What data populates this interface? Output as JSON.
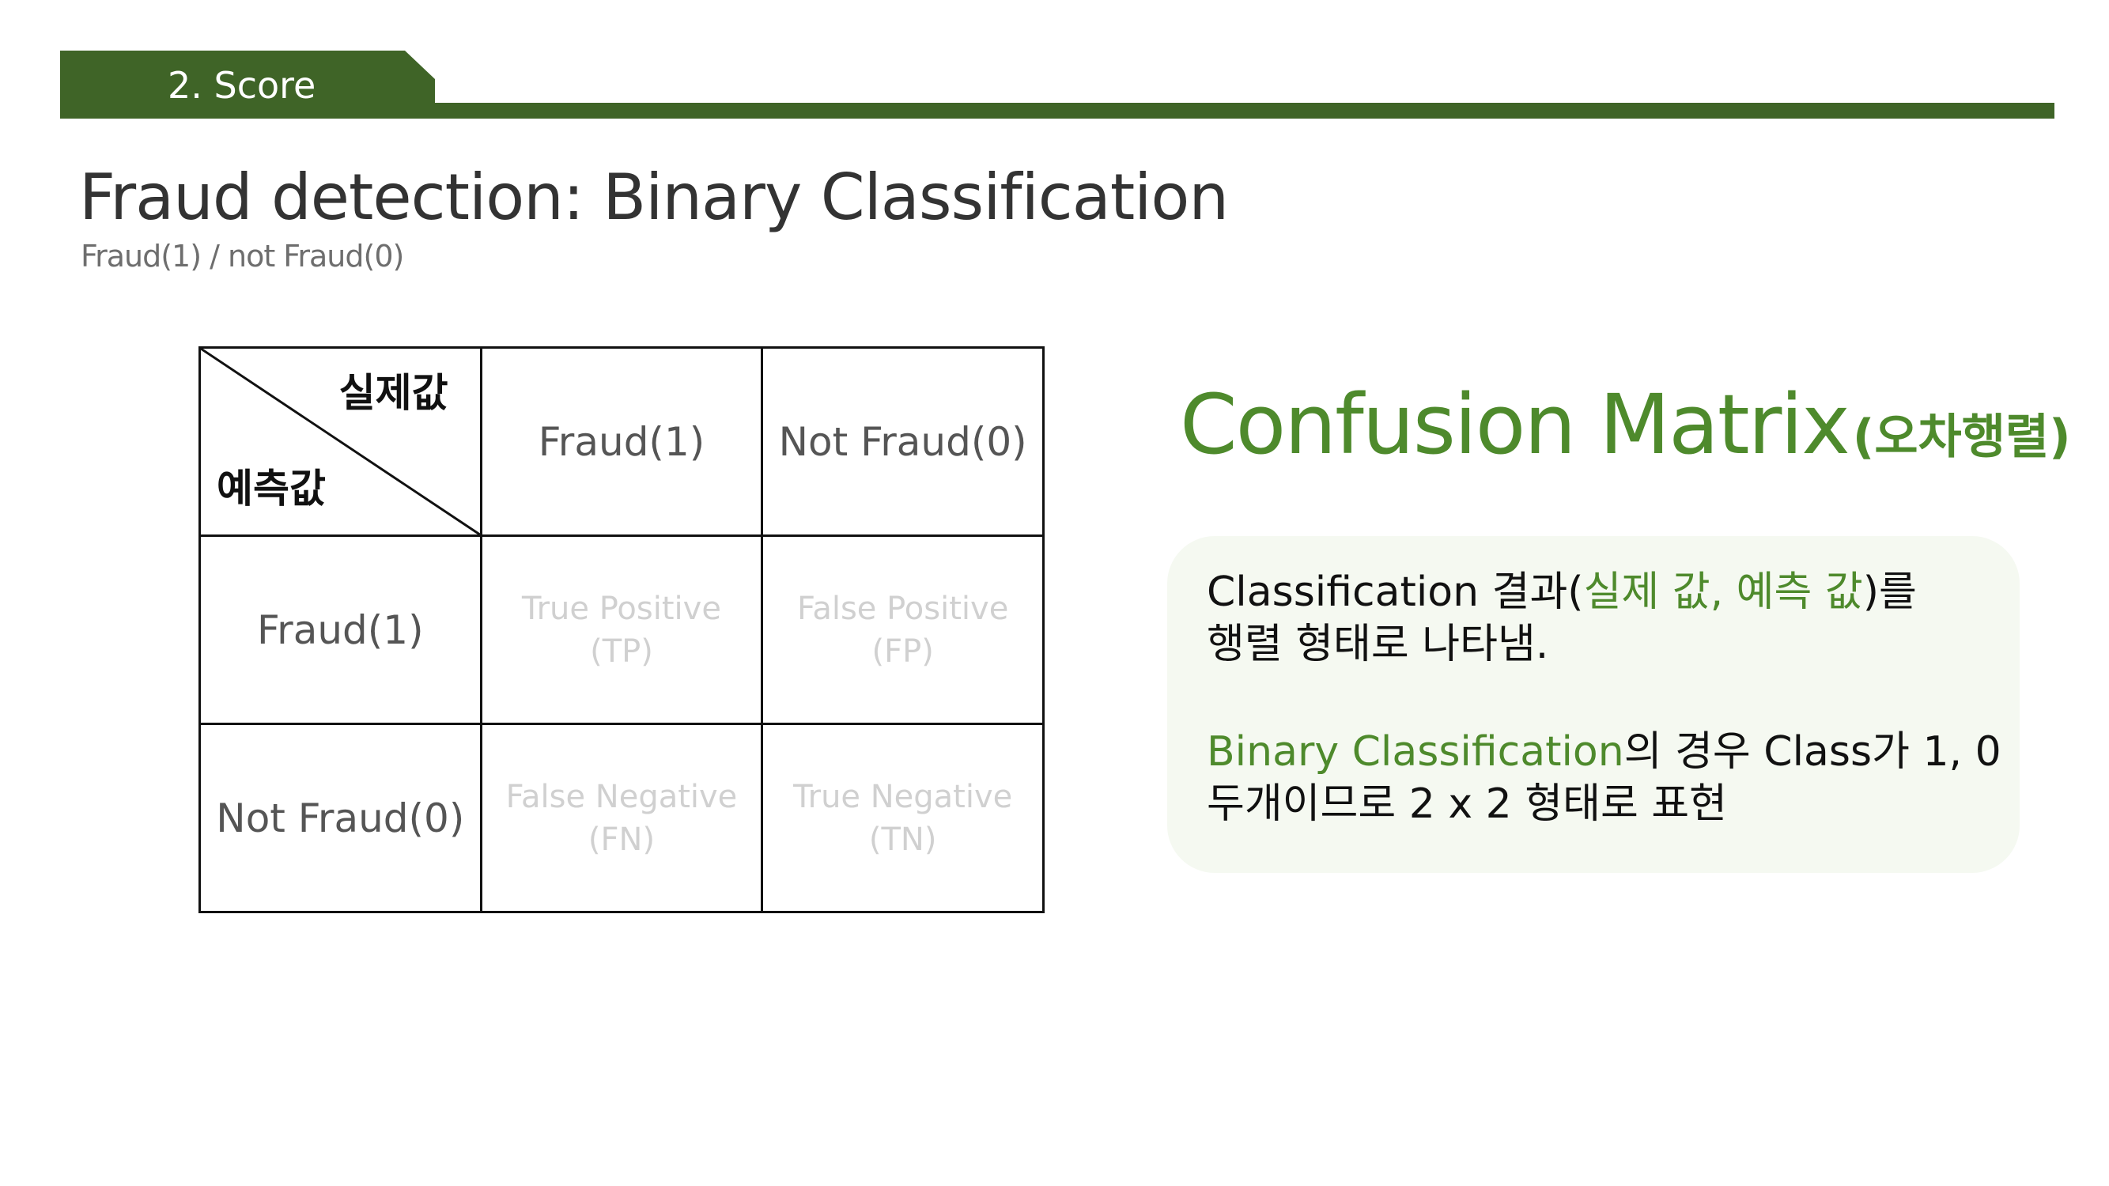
{
  "header": {
    "section_label": "2. Score",
    "bar_color": "#3f6427"
  },
  "title": "Fraud detection: Binary Classification",
  "subtitle": "Fraud(1) / not Fraud(0)",
  "matrix": {
    "corner_top": "실제값",
    "corner_bottom": "예측값",
    "column_headers": [
      "Fraud(1)",
      "Not Fraud(0)"
    ],
    "row_headers": [
      "Fraud(1)",
      "Not Fraud(0)"
    ],
    "cells": [
      [
        {
          "line1": "True Positive",
          "line2": "(TP)"
        },
        {
          "line1": "False Positive",
          "line2": "(FP)"
        }
      ],
      [
        {
          "line1": "False Negative",
          "line2": "(FN)"
        },
        {
          "line1": "True Negative",
          "line2": "(TN)"
        }
      ]
    ]
  },
  "confusion_title": {
    "main": "Confusion Matrix",
    "sub": "(오차행렬)",
    "color": "#4e8a2c"
  },
  "info": {
    "p1_a": "Classification 결과(",
    "p1_b": "실제 값, 예측 값",
    "p1_c": ")를",
    "p1_line2": "행렬 형태로 나타냄.",
    "p2_a": "Binary Classification",
    "p2_b": "의 경우 Class가 1, 0",
    "p2_line2": "두개이므로 2 x 2 형태로 표현",
    "box_color": "#f5f9f1",
    "highlight_color": "#4e8a2c"
  }
}
